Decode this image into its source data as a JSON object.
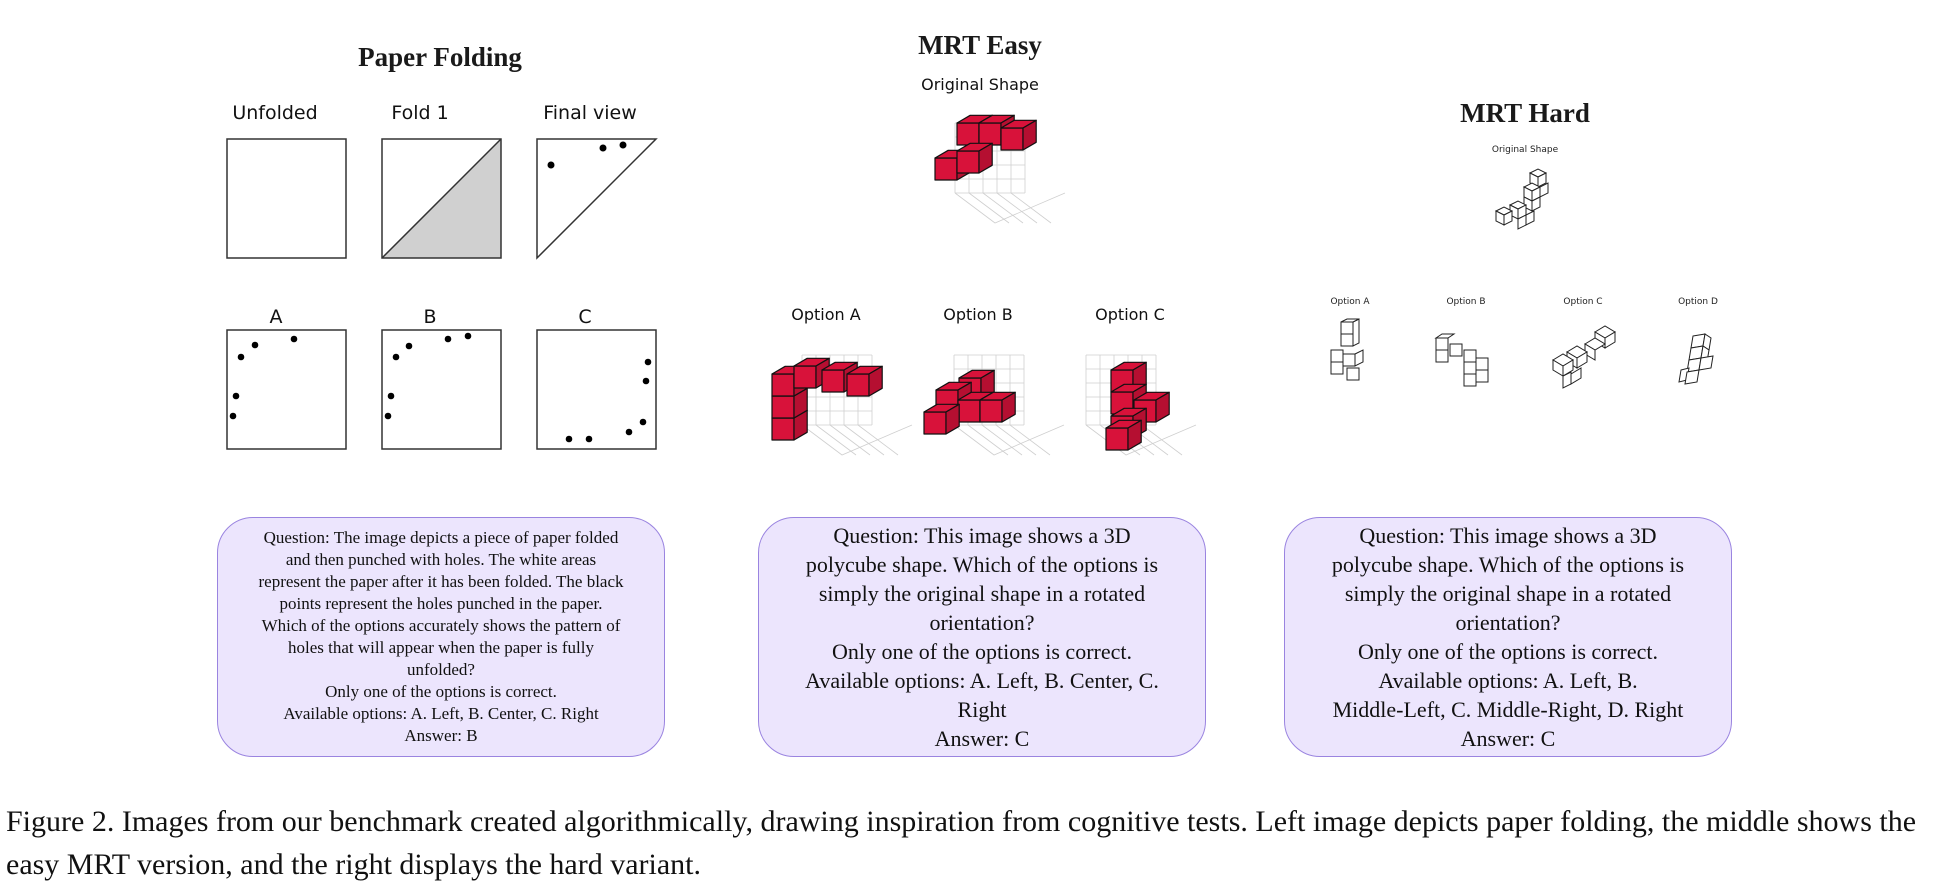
{
  "paper_folding": {
    "title": "Paper Folding",
    "steps": [
      "Unfolded",
      "Fold 1",
      "Final view"
    ],
    "options": [
      "A",
      "B",
      "C"
    ]
  },
  "mrt_easy": {
    "title": "MRT Easy",
    "original_label": "Original Shape",
    "options": [
      "Option A",
      "Option B",
      "Option C"
    ]
  },
  "mrt_hard": {
    "title": "MRT Hard",
    "original_label": "Original Shape",
    "options": [
      "Option A",
      "Option B",
      "Option C",
      "Option D"
    ]
  },
  "questions": {
    "paper": "Question: The image depicts a piece of paper folded\nand then punched with holes. The white areas\nrepresent the paper after it has been folded. The black\npoints represent the holes punched in the paper.\nWhich of the options accurately shows the pattern of\nholes that will appear when the paper is fully\nunfolded?\nOnly one of the options is correct.\nAvailable options: A. Left, B. Center, C. Right\nAnswer: B",
    "easy": "Question: This image shows a 3D\npolycube shape. Which of the options is\nsimply the original shape in a rotated\norientation?\nOnly one of the options is correct.\nAvailable options: A. Left, B. Center, C.\nRight\nAnswer: C",
    "hard": "Question: This image shows a 3D\npolycube shape. Which of the options is\nsimply the original shape in a rotated\norientation?\nOnly one of the options is correct.\nAvailable options: A. Left, B.\nMiddle-Left, C. Middle-Right, D. Right\nAnswer: C"
  },
  "caption": "Figure 2. Images from our benchmark created algorithmically, drawing inspiration from cognitive tests. Left image depicts paper folding, the middle shows the easy MRT version, and the right displays the hard variant.",
  "colors": {
    "cube_red": "#d8123a",
    "question_bg": "#ece5fd",
    "question_border": "#9a84e0",
    "fold_gray": "#d0d0d0"
  }
}
